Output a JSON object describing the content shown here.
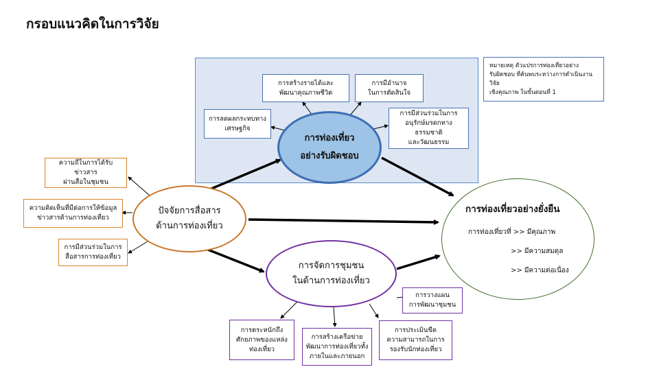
{
  "title": "กรอบแนวคิดในการวิจัย",
  "note": {
    "line1": "หมายเหตุ         ตัวแปรการท่องเที่ยวอย่าง",
    "line2": "รับผิดชอบ ที่ค้นพบระหว่างการดำเนินงานวิจัย",
    "line3": "เชิงคุณภาพ ในขั้นตอนที่ 1"
  },
  "responsible": {
    "line1": "การท่องเที่ยว",
    "line2": "อย่างรับผิดชอบ",
    "boxes": {
      "income": [
        "การสร้างรายได้และ",
        "พัฒนาคุณภาพชีวิต"
      ],
      "power": [
        "การมีอำนาจ",
        "ในการตัดสินใจ"
      ],
      "economic": [
        "การลดผลกระทบทาง",
        "เศรษฐกิจ"
      ],
      "heritage": [
        "การมีส่วนร่วมในการ",
        "อนุรักษ์มรดกทางธรรมชาติ",
        "และวัฒนธรรม"
      ]
    }
  },
  "factor": {
    "line1": "ปัจจัยการสื่อสาร",
    "line2": "ด้านการท่องเที่ยว",
    "boxes": {
      "news": [
        "ความถี่ในการได้รับข่าวสาร",
        "ผ่านสื่อในชุมชน"
      ],
      "opinion": [
        "ความคิดเห็นที่มีต่อการให้ข้อมูล",
        "ข่าวสารด้านการท่องเที่ยว"
      ],
      "participation": [
        "การมีส่วนร่วมในการ",
        "สื่อสารการท่องเที่ยว"
      ]
    }
  },
  "community": {
    "line1": "การจัดการชุมชน",
    "line2": "ในด้านการท่องเที่ยว",
    "boxes": {
      "plan": [
        "การวางแผน",
        "การพัฒนาชุมชน"
      ],
      "awareness": [
        "การตระหนักถึง",
        "ศักยภาพของแหล่ง",
        "ท่องเที่ยว"
      ],
      "network": [
        "การสร้างเครือข่าย",
        "พัฒนาการท่องเที่ยวทั้ง",
        "ภายในและภายนอก"
      ],
      "capacity": [
        "การประเมินขีด",
        "ความสามารถในการ",
        "รองรับนักท่องเที่ยว"
      ]
    }
  },
  "sustainable": {
    "title": "การท่องเที่ยวอย่างยั่งยืน",
    "line1": "การท่องเที่ยวที่ >> มีคุณภาพ",
    "line2": ">> มีความสมดุล",
    "line3": ">> มีความต่อเนื่อง"
  },
  "colors": {
    "panel": "#dde6f2",
    "responsible_fill": "#9dc3e6",
    "blue_border": "#4a72b0",
    "orange_border": "#d9822b",
    "purple_border": "#7030a0",
    "green_border": "#3f6b2a"
  }
}
